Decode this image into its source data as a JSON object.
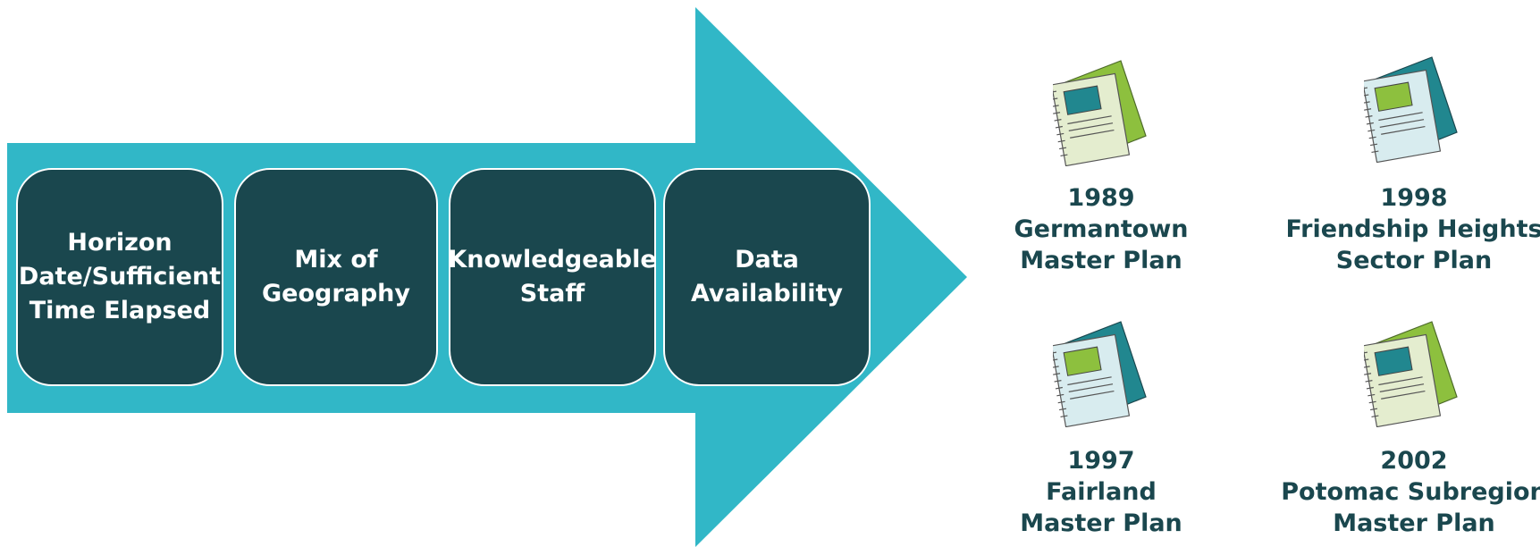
{
  "colors": {
    "arrow": "#31b7c7",
    "box": "#1a474e",
    "text_dark": "#1a474e",
    "doc_green": "#8dc03e",
    "doc_teal": "#21878f",
    "paper_light_green": "#e4edcf",
    "paper_light_blue": "#d8ecef"
  },
  "factors": [
    {
      "lines": [
        "Horizon",
        "Date/Sufficient",
        "Time Elapsed"
      ]
    },
    {
      "lines": [
        "Mix of",
        "Geography"
      ]
    },
    {
      "lines": [
        "Knowledgeable",
        "Staff"
      ]
    },
    {
      "lines": [
        "Data",
        "Availability"
      ]
    }
  ],
  "plans": [
    {
      "year": "1989",
      "name_line1": "Germantown",
      "name_line2": "Master Plan",
      "icon": "plan-document-icon"
    },
    {
      "year": "1998",
      "name_line1": "Friendship Heights",
      "name_line2": "Sector Plan",
      "icon": "plan-document-icon"
    },
    {
      "year": "1997",
      "name_line1": "Fairland",
      "name_line2": "Master Plan",
      "icon": "plan-document-icon"
    },
    {
      "year": "2002",
      "name_line1": "Potomac Subregion",
      "name_line2": "Master Plan",
      "icon": "plan-document-icon"
    }
  ]
}
